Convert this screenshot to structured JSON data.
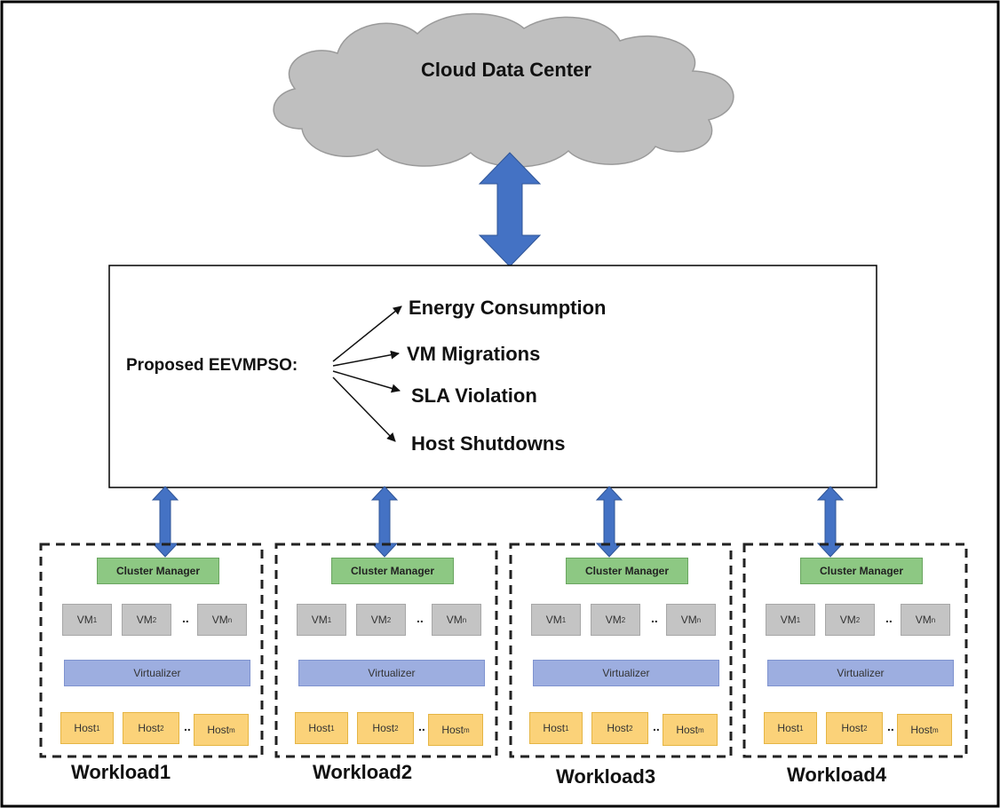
{
  "cloud": {
    "title": "Cloud Data Center"
  },
  "proposed": {
    "label": "Proposed EEVMPSO:",
    "metrics": [
      "Energy Consumption",
      "VM Migrations",
      "SLA Violation",
      "Host Shutdowns"
    ]
  },
  "cluster": {
    "manager_label": "Cluster Manager",
    "vm_prefix": "VM",
    "vm_subs": [
      "1",
      "2",
      "n"
    ],
    "virtualizer_label": "Virtualizer",
    "host_prefix": "Host",
    "host_subs": [
      "1",
      "2",
      "m"
    ],
    "ellipsis": ".."
  },
  "workloads": [
    "Workload1",
    "Workload2",
    "Workload3",
    "Workload4"
  ],
  "colors": {
    "arrow_blue": "#4472c4",
    "cloud_gray": "#bfbfbf",
    "cluster_green": "#8dc883",
    "vm_gray": "#c4c4c4",
    "virtualizer_blue": "#9daee0",
    "host_yellow": "#fbd279"
  }
}
